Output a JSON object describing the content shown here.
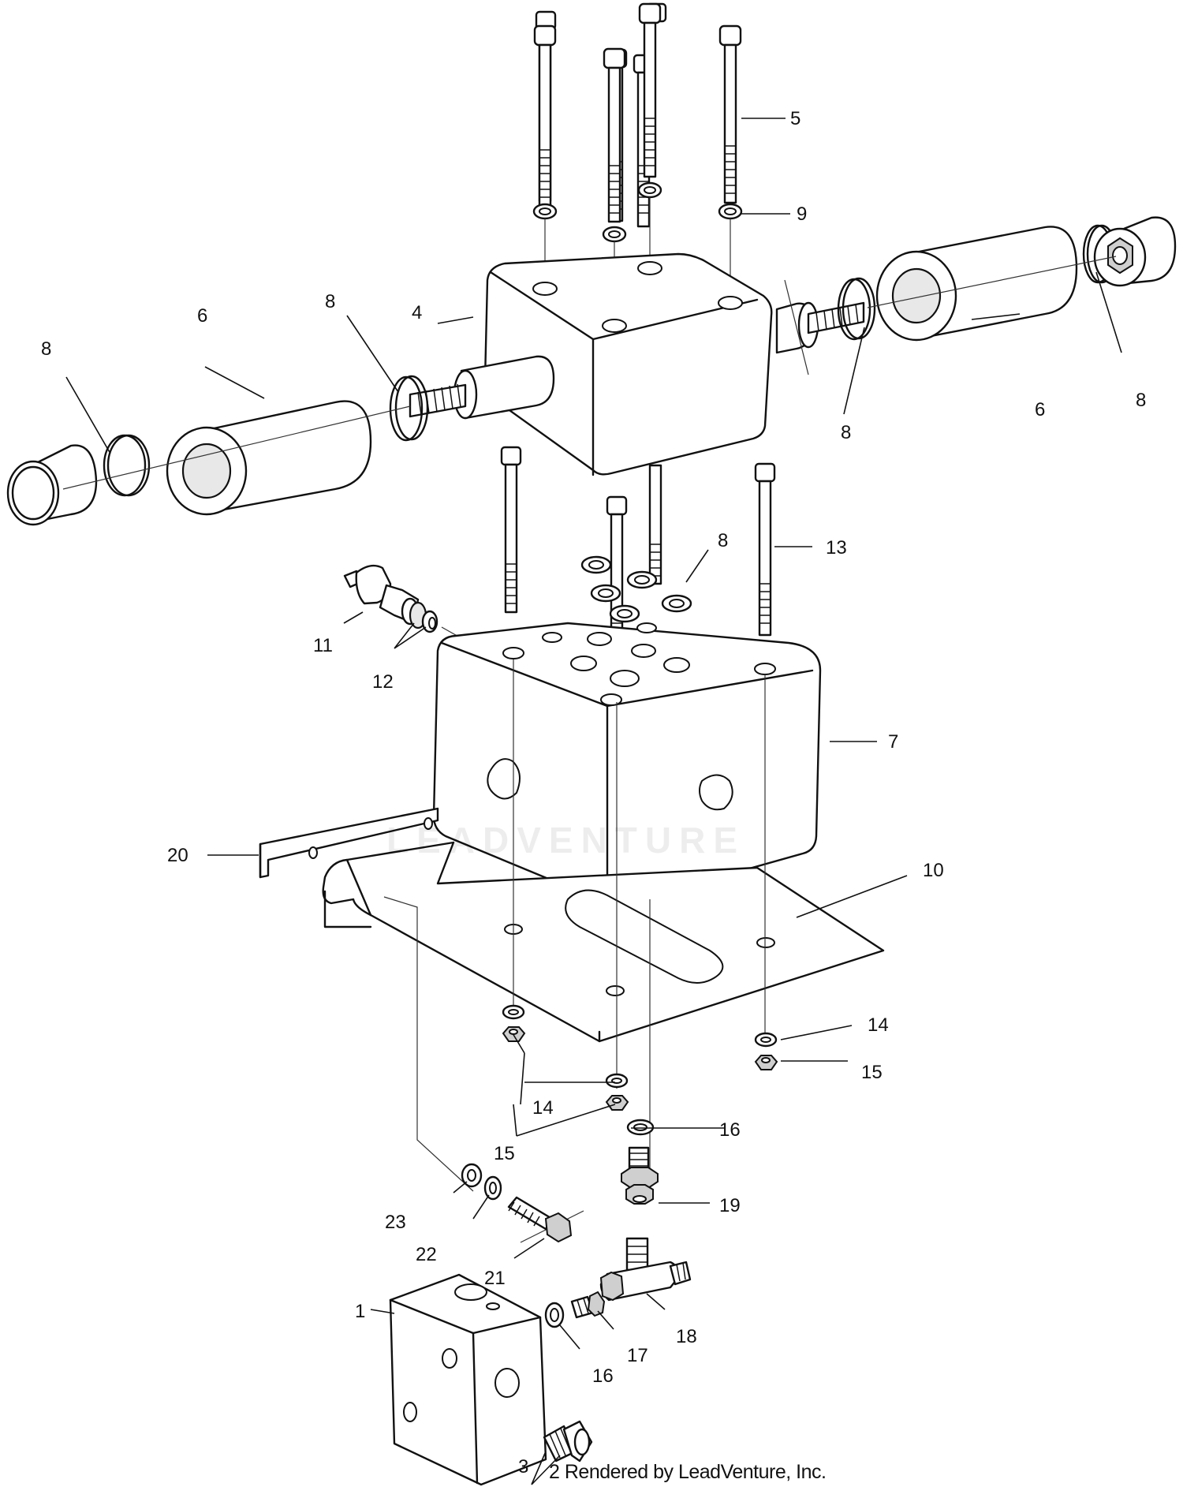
{
  "footer": {
    "page_number": "2",
    "credit": "Rendered by LeadVenture, Inc."
  },
  "watermark": "LEADVENTURE",
  "callouts": {
    "c1": "1",
    "c3": "3",
    "c4": "4",
    "c5": "5",
    "c6_left": "6",
    "c6_right": "6",
    "c7": "7",
    "c8_far_left": "8",
    "c8_left": "8",
    "c8_mid": "8",
    "c8_right_low": "8",
    "c8_far_right": "8",
    "c9": "9",
    "c10": "10",
    "c11": "11",
    "c12": "12",
    "c13": "13",
    "c14_right": "14",
    "c14_left": "14",
    "c15_right": "15",
    "c15_left": "15",
    "c16_top": "16",
    "c16_bottom": "16",
    "c17": "17",
    "c18": "18",
    "c19": "19",
    "c20": "20",
    "c21": "21",
    "c22": "22",
    "c23": "23"
  }
}
